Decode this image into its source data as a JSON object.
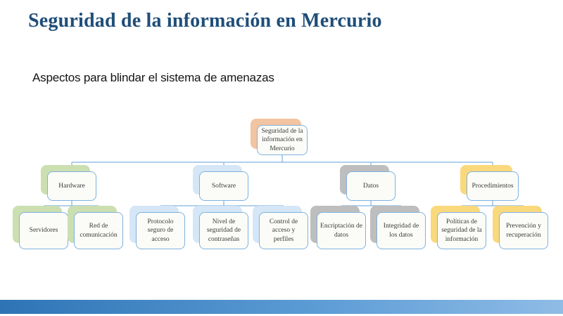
{
  "slide": {
    "title": "Seguridad de la información en Mercurio",
    "subtitle": "Aspectos para blindar el sistema de amenazas"
  },
  "colors": {
    "title_text": "#1F4E79",
    "box_border": "#7EB2E0",
    "connector_line": "#7EB2E0",
    "box_fill": "#FBFCF7",
    "shadow_root": "#F3C4A1",
    "shadow_hardware": "#CBDFB1",
    "shadow_software": "#D5E6F6",
    "shadow_datos": "#BEBEBE",
    "shadow_procedimientos": "#FAD87C",
    "footer_bar": "#2E74B5"
  },
  "chart": {
    "type": "org-chart",
    "root": {
      "label": "Seguridad de la información en Mercurio"
    },
    "branches": [
      {
        "label": "Hardware",
        "accent": "#CBDFB1",
        "children": [
          {
            "label": "Servidores"
          },
          {
            "label": "Red de comunicación"
          }
        ]
      },
      {
        "label": "Software",
        "accent": "#D5E6F6",
        "children": [
          {
            "label": "Protocolo seguro de acceso"
          },
          {
            "label": "Nivel de seguridad de contraseñas"
          },
          {
            "label": "Control de acceso y perfiles"
          }
        ]
      },
      {
        "label": "Datos",
        "accent": "#BEBEBE",
        "children": [
          {
            "label": "Encriptación de datos"
          },
          {
            "label": "Integridad de los datos"
          }
        ]
      },
      {
        "label": "Procedimientos",
        "accent": "#FAD87C",
        "children": [
          {
            "label": "Políticas de seguridad de la información"
          },
          {
            "label": "Prevención y recuperación"
          }
        ]
      }
    ]
  }
}
